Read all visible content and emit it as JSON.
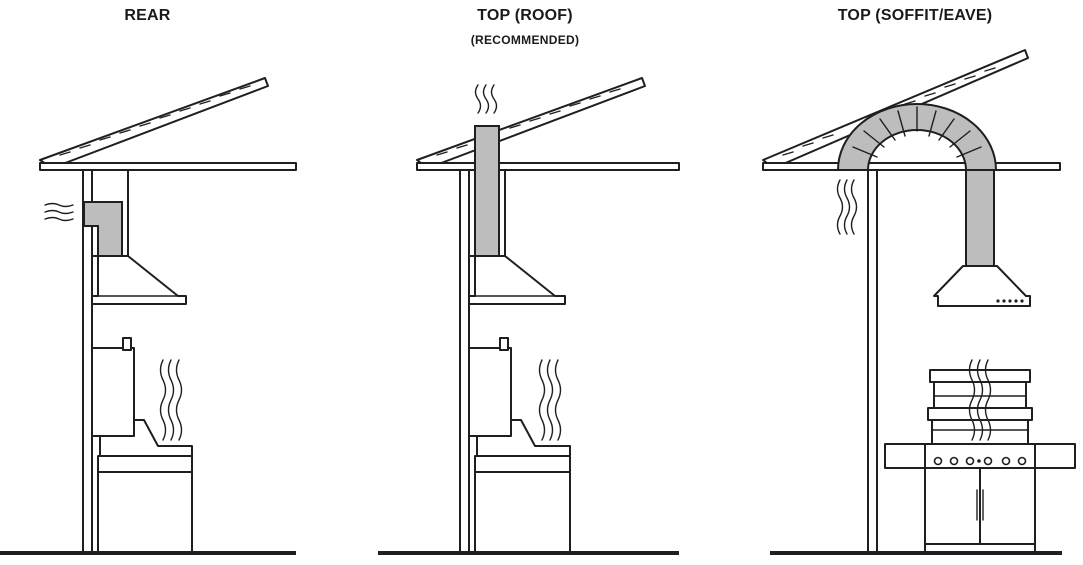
{
  "panels": [
    {
      "title": "REAR",
      "subtitle": ""
    },
    {
      "title": "TOP (ROOF)",
      "subtitle": "(RECOMMENDED)"
    },
    {
      "title": "TOP (SOFFIT/EAVE)",
      "subtitle": ""
    }
  ],
  "colors": {
    "line": "#1f1f1f",
    "duct": "#bdbdbd",
    "background": "#ffffff"
  }
}
